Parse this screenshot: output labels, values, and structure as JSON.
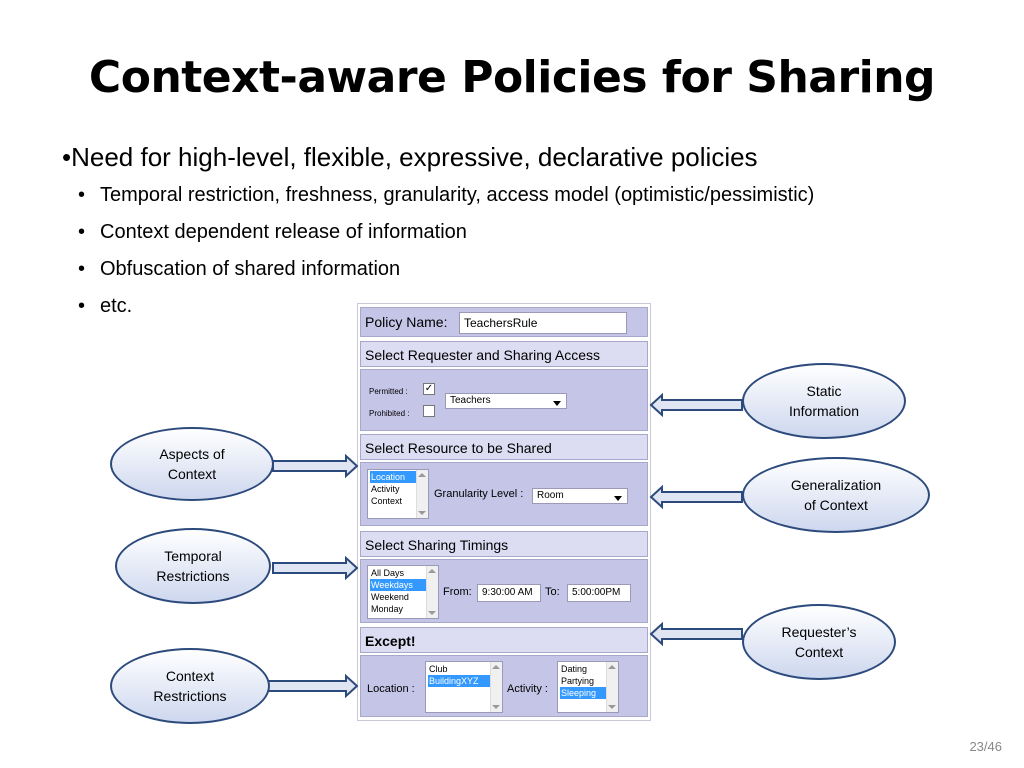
{
  "slide": {
    "title": "Context-aware Policies for Sharing",
    "bullet_main": "Need for high-level, flexible, expressive, declarative policies",
    "sub_bullets": [
      "Temporal restriction, freshness, granularity, access model (optimistic/pessimistic)",
      "Context dependent release of information",
      "Obfuscation of shared information",
      "etc."
    ],
    "page_number": "23/46"
  },
  "form": {
    "policy_name_label": "Policy Name:",
    "policy_name_value": "TeachersRule",
    "requester_header": "Select Requester and Sharing Access",
    "permitted_label": "Permitted :",
    "prohibited_label": "Prohibited :",
    "permitted_checked": true,
    "prohibited_checked": false,
    "requester_select": "Teachers",
    "resource_header": "Select Resource to be Shared",
    "resource_list": [
      "Location",
      "Activity",
      "Context"
    ],
    "resource_selected": "Location",
    "granularity_label": "Granularity Level :",
    "granularity_select": "Room",
    "timings_header": "Select Sharing Timings",
    "days_list": [
      "All Days",
      "Weekdays",
      "Weekend",
      "Monday"
    ],
    "days_selected": "Weekdays",
    "from_label": "From:",
    "from_value": "9:30:00 AM",
    "to_label": "To:",
    "to_value": "5:00:00PM",
    "except_header": "Except!",
    "location_label": "Location :",
    "location_list": [
      "Club",
      "BuildingXYZ"
    ],
    "location_selected": "BuildingXYZ",
    "activity_label": "Activity :",
    "activity_list": [
      "Dating",
      "Partying",
      "Sleeping"
    ],
    "activity_selected": "Sleeping"
  },
  "callouts": {
    "aspects": [
      "Aspects of",
      "Context"
    ],
    "temporal": [
      "Temporal",
      "Restrictions"
    ],
    "context_restrictions": [
      "Context",
      "Restrictions"
    ],
    "static": [
      "Static",
      "Information"
    ],
    "generalization": [
      "Generalization",
      "of Context"
    ],
    "requester": [
      "Requester’s",
      "Context"
    ]
  },
  "colors": {
    "band": "#c5c5e8",
    "header_band": "#dcdcf2",
    "ellipse_border": "#2c4a7c",
    "selection": "#3399ff"
  }
}
